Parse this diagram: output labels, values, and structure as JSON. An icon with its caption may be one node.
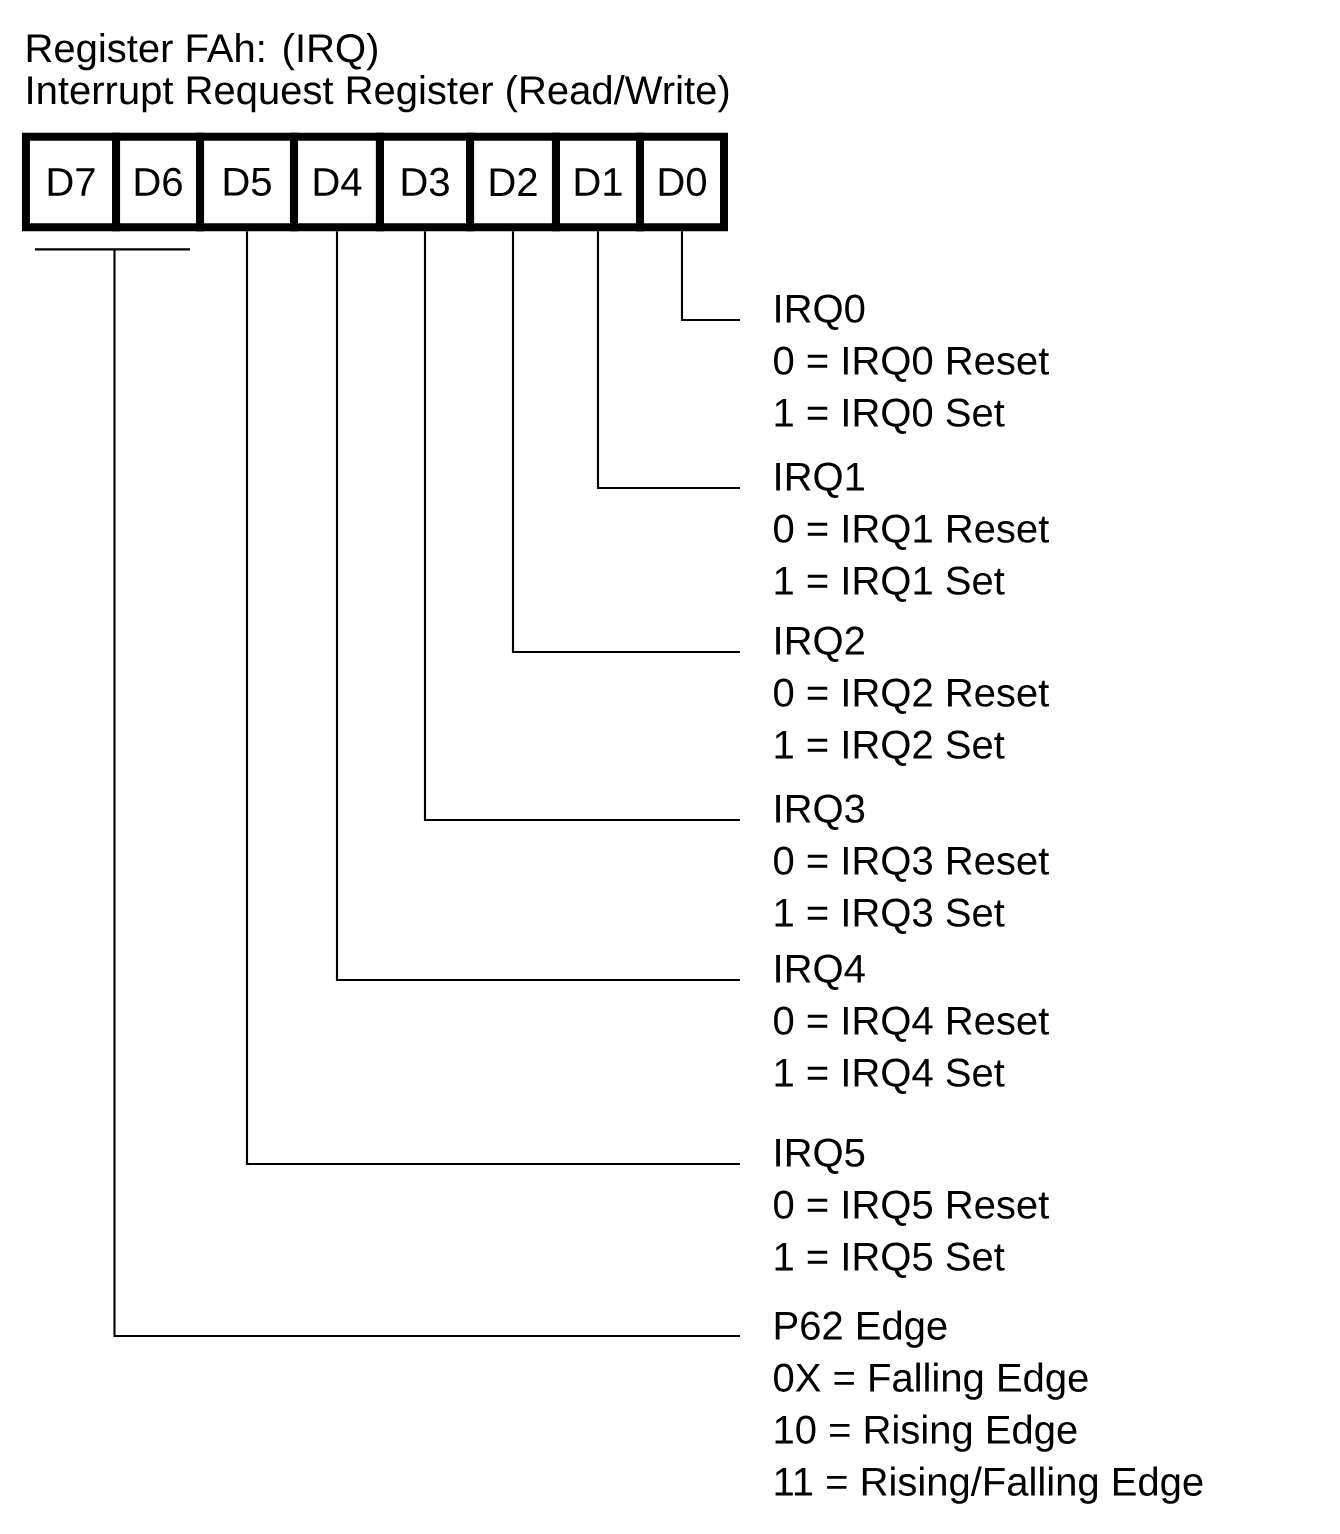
{
  "diagram": {
    "title": "Register FAh: (IRQ)",
    "nodes": [
      {
        "text": [
          "D7"
        ]
      },
      {
        "text": [
          "D6"
        ]
      },
      {
        "text": [
          "D5"
        ]
      },
      {
        "text": [
          "D4"
        ]
      },
      {
        "text": [
          "D3"
        ]
      },
      {
        "text": [
          "D2"
        ]
      },
      {
        "text": [
          "D1"
        ]
      },
      {
        "text": [
          "D0"
        ]
      },
      {
        "text": [
          "IRQ0",
          "0 = IRQ0 Reset",
          "1 = IRQ0 Set"
        ]
      },
      {
        "text": [
          "IRQ1",
          "0 = IRQ1 Reset",
          "1 = IRQ1 Set"
        ]
      },
      {
        "text": [
          "IRQ2",
          "0 = IRQ2 Reset",
          "1 = IRQ2 Set"
        ]
      },
      {
        "text": [
          "IRQ3",
          "0 = IRQ3 Reset",
          "1 = IRQ3 Set"
        ]
      },
      {
        "text": [
          "IRQ4",
          "0 = IRQ4 Reset",
          "1 = IRQ4 Set"
        ]
      },
      {
        "text": [
          "IRQ5",
          "0 = IRQ5 Reset",
          "1 = IRQ5 Set"
        ]
      },
      {
        "text": [
          "P62 Edge",
          "0X = Falling Edge",
          "10 = Rising Edge",
          "11 = Rising/Falling Edge"
        ]
      }
    ],
    "edges": [
      {
        "from": 7,
        "to": 8,
        "arrow": "none"
      },
      {
        "from": 6,
        "to": 9,
        "arrow": "none"
      },
      {
        "from": 5,
        "to": 10,
        "arrow": "none"
      },
      {
        "from": 4,
        "to": 11,
        "arrow": "none"
      },
      {
        "from": 3,
        "to": 12,
        "arrow": "none"
      },
      {
        "from": 2,
        "to": 13,
        "arrow": "none"
      },
      {
        "from": 0,
        "to": 14,
        "arrow": "none"
      },
      {
        "from": 1,
        "to": 14,
        "arrow": "none"
      }
    ],
    "labels": [
      "Interrupt Request Register (Read/Write)"
    ]
  }
}
